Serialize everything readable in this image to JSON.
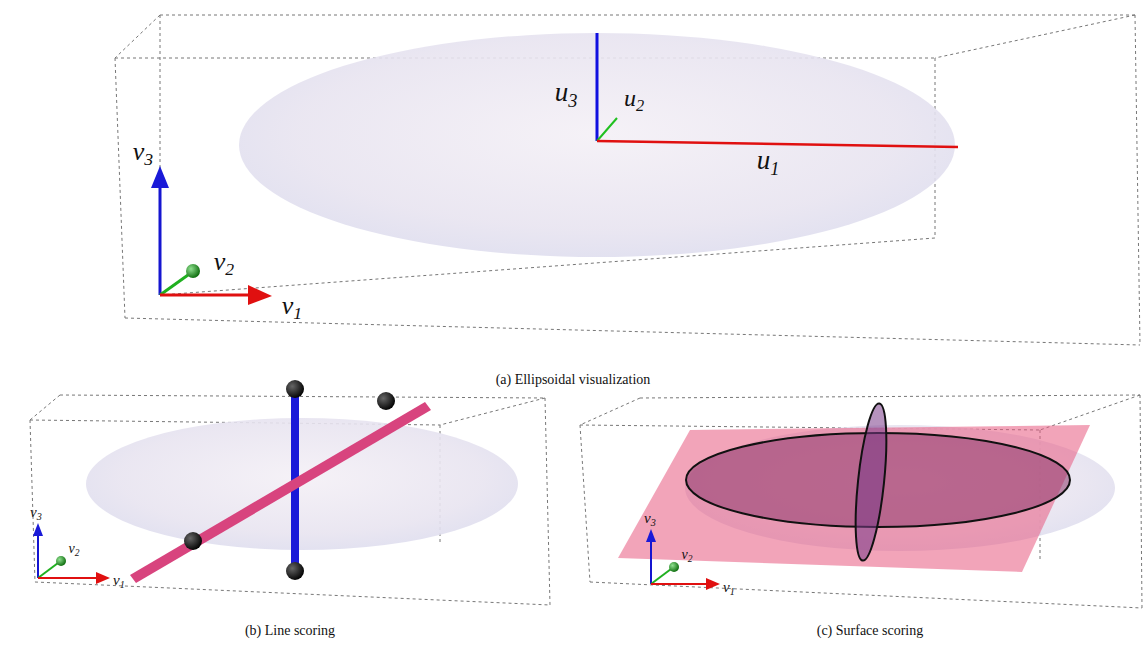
{
  "diagram": {
    "labels": [
      "u3",
      "u2",
      "u1",
      "v3",
      "v2",
      "v1",
      "(a) Ellipsoidal visualization",
      "v3",
      "v2",
      "v1",
      "(b) Line scoring",
      "v3",
      "v2",
      "v1",
      "(c) Surface scoring"
    ]
  }
}
